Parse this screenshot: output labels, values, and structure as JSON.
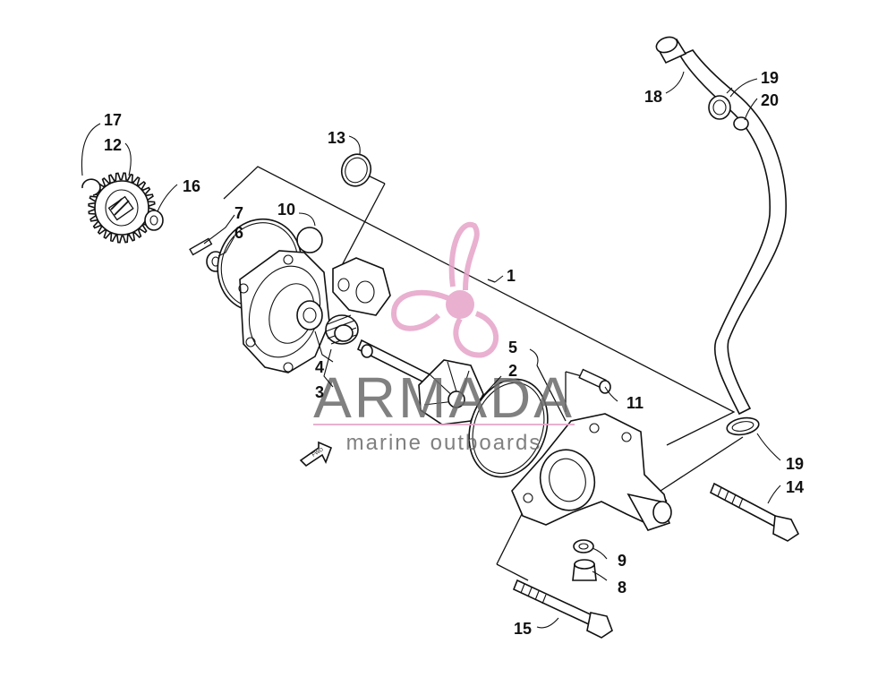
{
  "callouts": [
    {
      "id": "c1",
      "text": "1"
    },
    {
      "id": "c2",
      "text": "2"
    },
    {
      "id": "c3",
      "text": "3"
    },
    {
      "id": "c4",
      "text": "4"
    },
    {
      "id": "c5",
      "text": "5"
    },
    {
      "id": "c6",
      "text": "6"
    },
    {
      "id": "c7",
      "text": "7"
    },
    {
      "id": "c8",
      "text": "8"
    },
    {
      "id": "c9",
      "text": "9"
    },
    {
      "id": "c10",
      "text": "10"
    },
    {
      "id": "c11",
      "text": "11"
    },
    {
      "id": "c12",
      "text": "12"
    },
    {
      "id": "c13",
      "text": "13"
    },
    {
      "id": "c14",
      "text": "14"
    },
    {
      "id": "c15",
      "text": "15"
    },
    {
      "id": "c16",
      "text": "16"
    },
    {
      "id": "c17",
      "text": "17"
    },
    {
      "id": "c18",
      "text": "18"
    },
    {
      "id": "c19a",
      "text": "19"
    },
    {
      "id": "c19b",
      "text": "19"
    },
    {
      "id": "c20",
      "text": "20"
    }
  ],
  "watermark": {
    "brand": "ARMADA",
    "tagline": "marine outboards",
    "brand_color": "#6b6b6b",
    "logo_color": "#e6a3c8"
  },
  "direction_arrow": {
    "label": "FWD"
  },
  "colors": {
    "line": "#111111",
    "background": "#ffffff"
  }
}
